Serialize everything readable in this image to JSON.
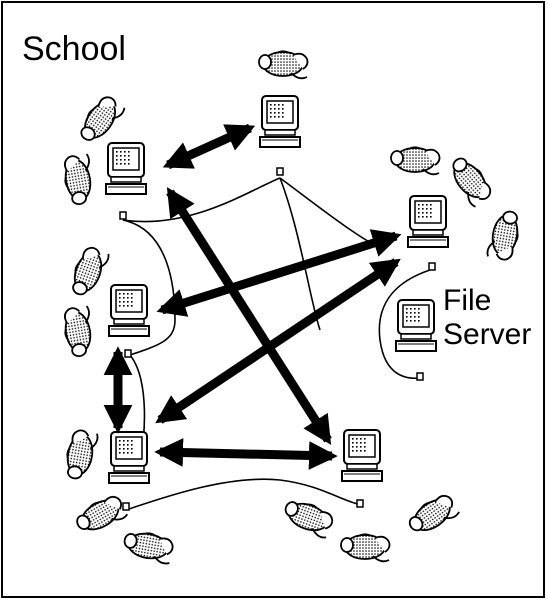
{
  "title": "School",
  "file_server": {
    "line1": "File",
    "line2": "Server"
  },
  "colors": {
    "ink": "#000000",
    "background": "#ffffff",
    "screen_dots": "#999999"
  },
  "nodes": [
    {
      "id": "top-center-computer",
      "role": "workstation",
      "people": 1
    },
    {
      "id": "upper-left-computer",
      "role": "workstation",
      "people": 2
    },
    {
      "id": "upper-right-computer",
      "role": "workstation",
      "people": 3
    },
    {
      "id": "middle-left-computer",
      "role": "workstation",
      "people": 2
    },
    {
      "id": "file-server-computer",
      "role": "file server",
      "people": 0
    },
    {
      "id": "lower-left-computer",
      "role": "workstation",
      "people": 3
    },
    {
      "id": "lower-right-computer",
      "role": "workstation",
      "people": 3
    }
  ],
  "connections": [
    {
      "from": "upper-left-computer",
      "to": "top-center-computer",
      "type": "double-arrow"
    },
    {
      "from": "upper-left-computer",
      "to": "lower-right-computer",
      "type": "double-arrow"
    },
    {
      "from": "middle-left-computer",
      "to": "upper-right-computer",
      "type": "double-arrow"
    },
    {
      "from": "middle-left-computer",
      "to": "lower-left-computer",
      "type": "double-arrow"
    },
    {
      "from": "upper-right-computer",
      "to": "lower-left-computer",
      "type": "double-arrow"
    },
    {
      "from": "lower-left-computer",
      "to": "lower-right-computer",
      "type": "double-arrow"
    }
  ]
}
